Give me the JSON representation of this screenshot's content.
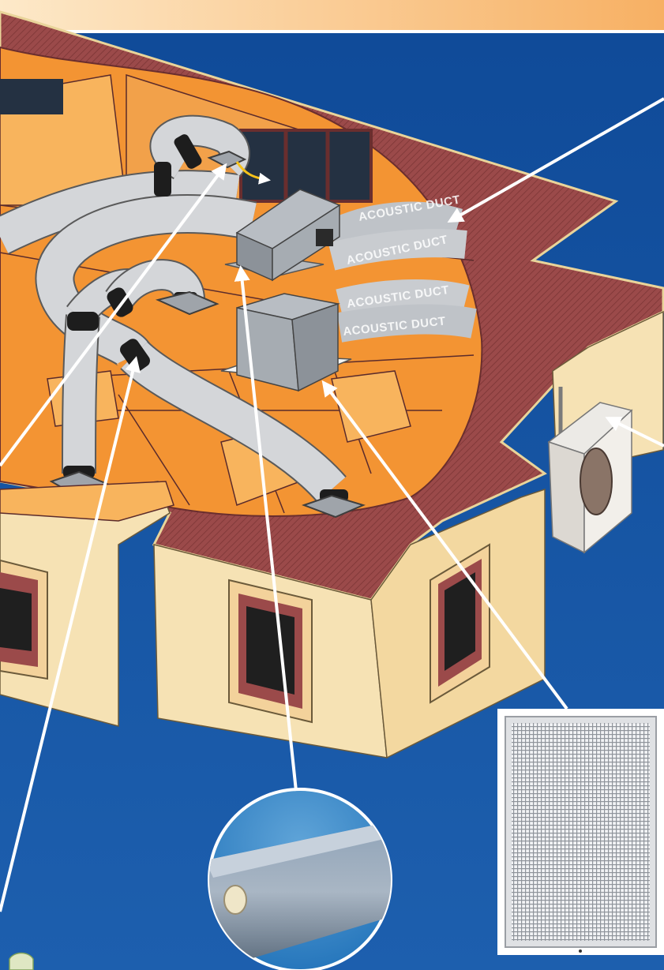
{
  "diagram": {
    "duct_labels": [
      "ACOUSTIC DUCT",
      "ACOUSTIC DUCT",
      "ACOUSTIC DUCT",
      "ACOUSTIC DUCT"
    ]
  },
  "colors": {
    "background": "#1a5aa6",
    "roof": "#9b4a4a",
    "attic": "#f39433",
    "wall": "#f6e2b4",
    "duct": "#d4d6d9",
    "unit": "#9ea3a8",
    "arrow": "#ffffff"
  }
}
